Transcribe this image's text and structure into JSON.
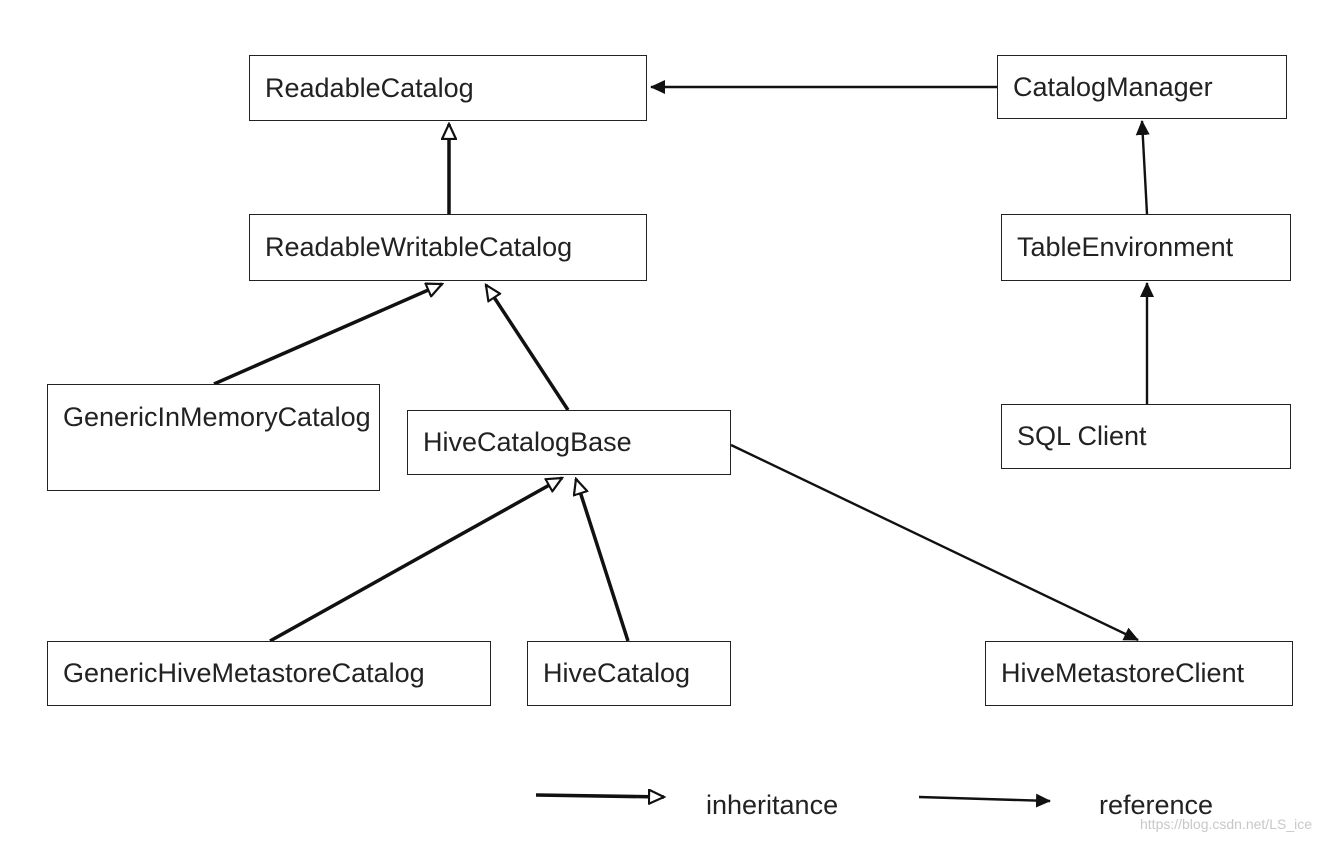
{
  "nodes": {
    "readable_catalog": "ReadableCatalog",
    "catalog_manager": "CatalogManager",
    "readable_writable_catalog": "ReadableWritableCatalog",
    "table_environment": "TableEnvironment",
    "generic_in_memory_catalog": "GenericInMemoryCatalog",
    "hive_catalog_base": "HiveCatalogBase",
    "sql_client": "SQL Client",
    "generic_hive_metastore_catalog": "GenericHiveMetastoreCatalog",
    "hive_catalog": "HiveCatalog",
    "hive_metastore_client": "HiveMetastoreClient"
  },
  "edges": [
    {
      "from": "CatalogManager",
      "to": "ReadableCatalog",
      "kind": "reference"
    },
    {
      "from": "ReadableWritableCatalog",
      "to": "ReadableCatalog",
      "kind": "inheritance"
    },
    {
      "from": "TableEnvironment",
      "to": "CatalogManager",
      "kind": "reference"
    },
    {
      "from": "SQL Client",
      "to": "TableEnvironment",
      "kind": "reference"
    },
    {
      "from": "GenericInMemoryCatalog",
      "to": "ReadableWritableCatalog",
      "kind": "inheritance"
    },
    {
      "from": "HiveCatalogBase",
      "to": "ReadableWritableCatalog",
      "kind": "inheritance"
    },
    {
      "from": "GenericHiveMetastoreCatalog",
      "to": "HiveCatalogBase",
      "kind": "inheritance"
    },
    {
      "from": "HiveCatalog",
      "to": "HiveCatalogBase",
      "kind": "inheritance"
    },
    {
      "from": "HiveCatalogBase",
      "to": "HiveMetastoreClient",
      "kind": "reference"
    }
  ],
  "legend": {
    "inheritance_label": "inheritance",
    "reference_label": "reference"
  },
  "watermark": "https://blog.csdn.net/LS_ice"
}
